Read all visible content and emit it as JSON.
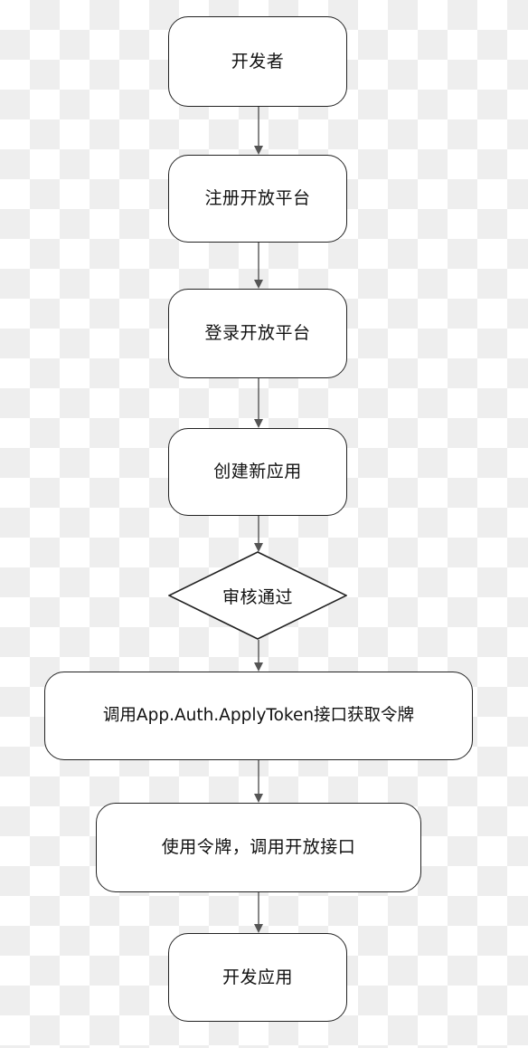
{
  "flowchart": {
    "steps": {
      "developer": "开发者",
      "register": "注册开放平台",
      "login": "登录开放平台",
      "create_app": "创建新应用",
      "review": "审核通过",
      "apply_token": "调用App.Auth.ApplyToken接口获取令牌",
      "use_token": "使用令牌，调用开放接口",
      "develop_app": "开发应用"
    }
  }
}
